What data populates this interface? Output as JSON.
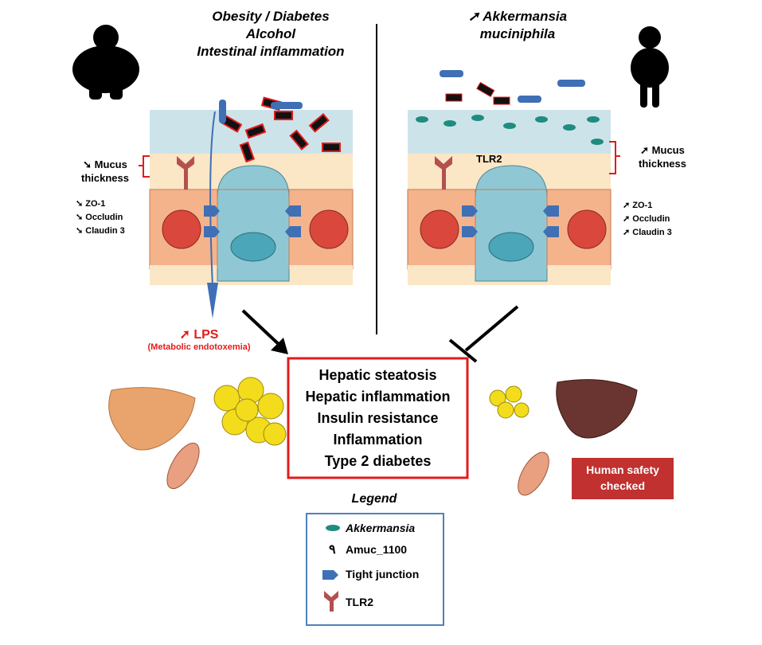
{
  "left": {
    "title_lines": [
      "Obesity / Diabetes",
      "Alcohol",
      "Intestinal inflammation"
    ],
    "mucus": {
      "arrow": "down",
      "label_line1": "Mucus",
      "label_line2": "thickness"
    },
    "junction_proteins": [
      {
        "arrow": "down",
        "label": "ZO-1"
      },
      {
        "arrow": "down",
        "label": "Occludin"
      },
      {
        "arrow": "down",
        "label": "Claudin 3"
      }
    ],
    "lps": {
      "arrow": "up",
      "label": "LPS",
      "sublabel": "(Metabolic endotoxemia)"
    }
  },
  "right": {
    "title_lines": [
      "Akkermansia",
      "muciniphila"
    ],
    "title_arrow": "up",
    "mucus": {
      "arrow": "up",
      "label_line1": "Mucus",
      "label_line2": "thickness"
    },
    "receptor_label": "TLR2",
    "junction_proteins": [
      {
        "arrow": "up",
        "label": "ZO-1"
      },
      {
        "arrow": "up",
        "label": "Occludin"
      },
      {
        "arrow": "up",
        "label": "Claudin 3"
      }
    ],
    "safety_badge": "Human safety checked"
  },
  "outcomes": [
    "Hepatic steatosis",
    "Hepatic inflammation",
    "Insulin resistance",
    "Inflammation",
    "Type 2 diabetes"
  ],
  "legend": {
    "title": "Legend",
    "items": [
      {
        "icon": "bacterium-icon",
        "label": "Akkermansia"
      },
      {
        "icon": "amuc-protein-icon",
        "label": "Amuc_1100"
      },
      {
        "icon": "tight-junction-icon",
        "label": "Tight junction"
      },
      {
        "icon": "tlr2-receptor-icon",
        "label": "TLR2"
      }
    ]
  },
  "colors": {
    "red": "#e31b1b",
    "blue_border": "#4f81bd",
    "lumen": "#cde3ea",
    "mucus": "#fbe6c6",
    "cell": "#f5b38c",
    "goblet": "#8fc8d4",
    "nucleus": "#d9473d",
    "junction": "#3f6fb5",
    "badge": "#c0312f"
  }
}
